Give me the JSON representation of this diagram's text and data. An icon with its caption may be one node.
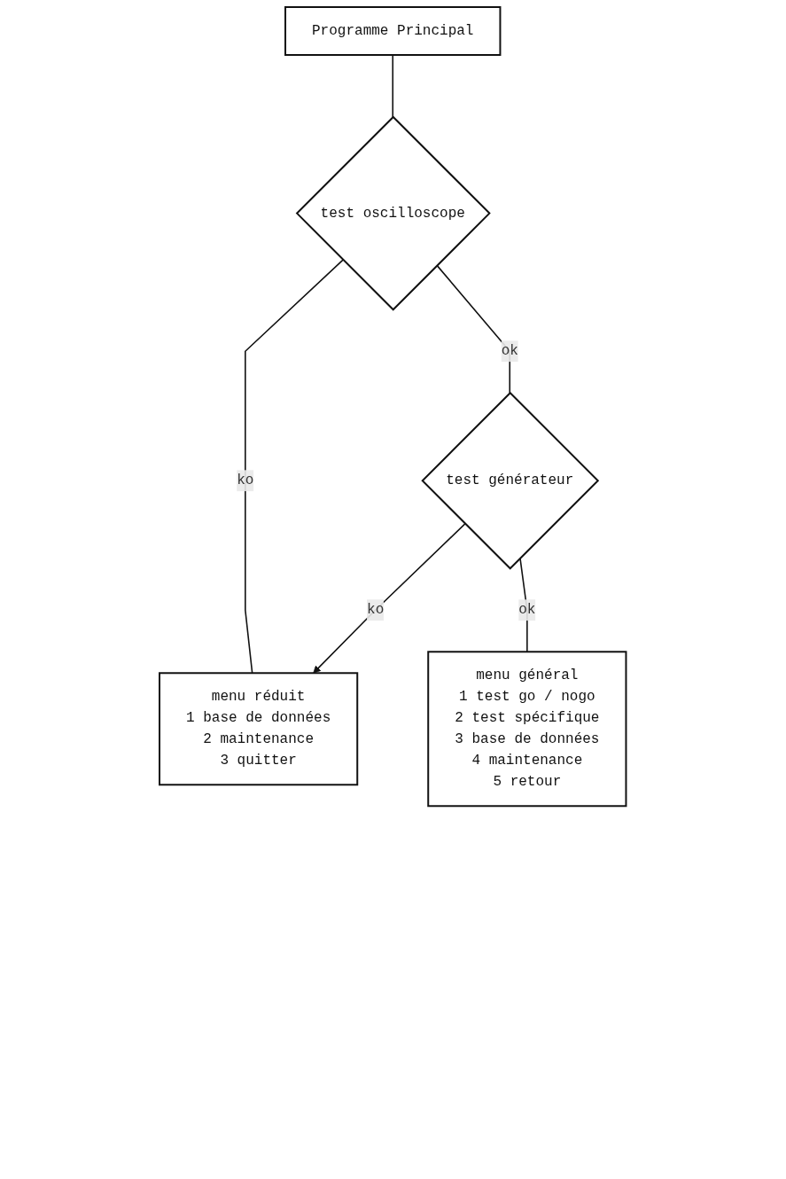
{
  "diagram": {
    "nodes": [
      {
        "text": [
          "Programme Principal"
        ]
      },
      {
        "text": [
          "test oscilloscope"
        ]
      },
      {
        "text": [
          "menu réduit",
          "1 base de données",
          "2 maintenance",
          "3 quitter"
        ]
      },
      {
        "text": [
          "test générateur"
        ]
      },
      {
        "text": [
          "menu général",
          "1 test go / nogo",
          "2 test spécifique",
          "3 base de données",
          "4 maintenance",
          "5 retour"
        ]
      }
    ],
    "edges": [
      {
        "from": 0,
        "to": 1,
        "arrow": "none"
      },
      {
        "from": 1,
        "to": 2,
        "arrow": "none",
        "label": "ko"
      },
      {
        "from": 1,
        "to": 3,
        "arrow": "none",
        "label": "ok"
      },
      {
        "from": 3,
        "to": 2,
        "arrow": "to",
        "label": "ko"
      },
      {
        "from": 3,
        "to": 4,
        "arrow": "none",
        "label": "ok"
      }
    ]
  }
}
